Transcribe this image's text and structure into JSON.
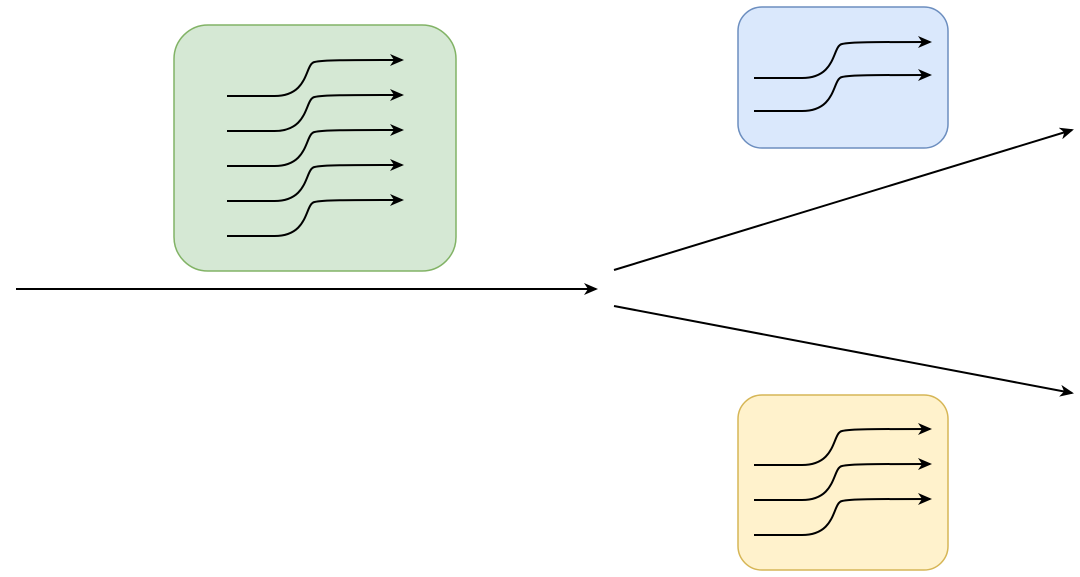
{
  "diagram": {
    "background": "#ffffff",
    "line_color": "#000000",
    "boxes": [
      {
        "id": "green-box",
        "fill": "#d5e8d4",
        "stroke": "#82b366",
        "flow_count": 5
      },
      {
        "id": "blue-box",
        "fill": "#dae8fc",
        "stroke": "#6c8ebf",
        "flow_count": 2
      },
      {
        "id": "yellow-box",
        "fill": "#fff2cc",
        "stroke": "#d6b656",
        "flow_count": 3
      }
    ],
    "arrows": [
      {
        "id": "input-arrow",
        "direction": "right"
      },
      {
        "id": "upper-output-arrow",
        "direction": "up-right"
      },
      {
        "id": "lower-output-arrow",
        "direction": "down-right"
      }
    ]
  }
}
